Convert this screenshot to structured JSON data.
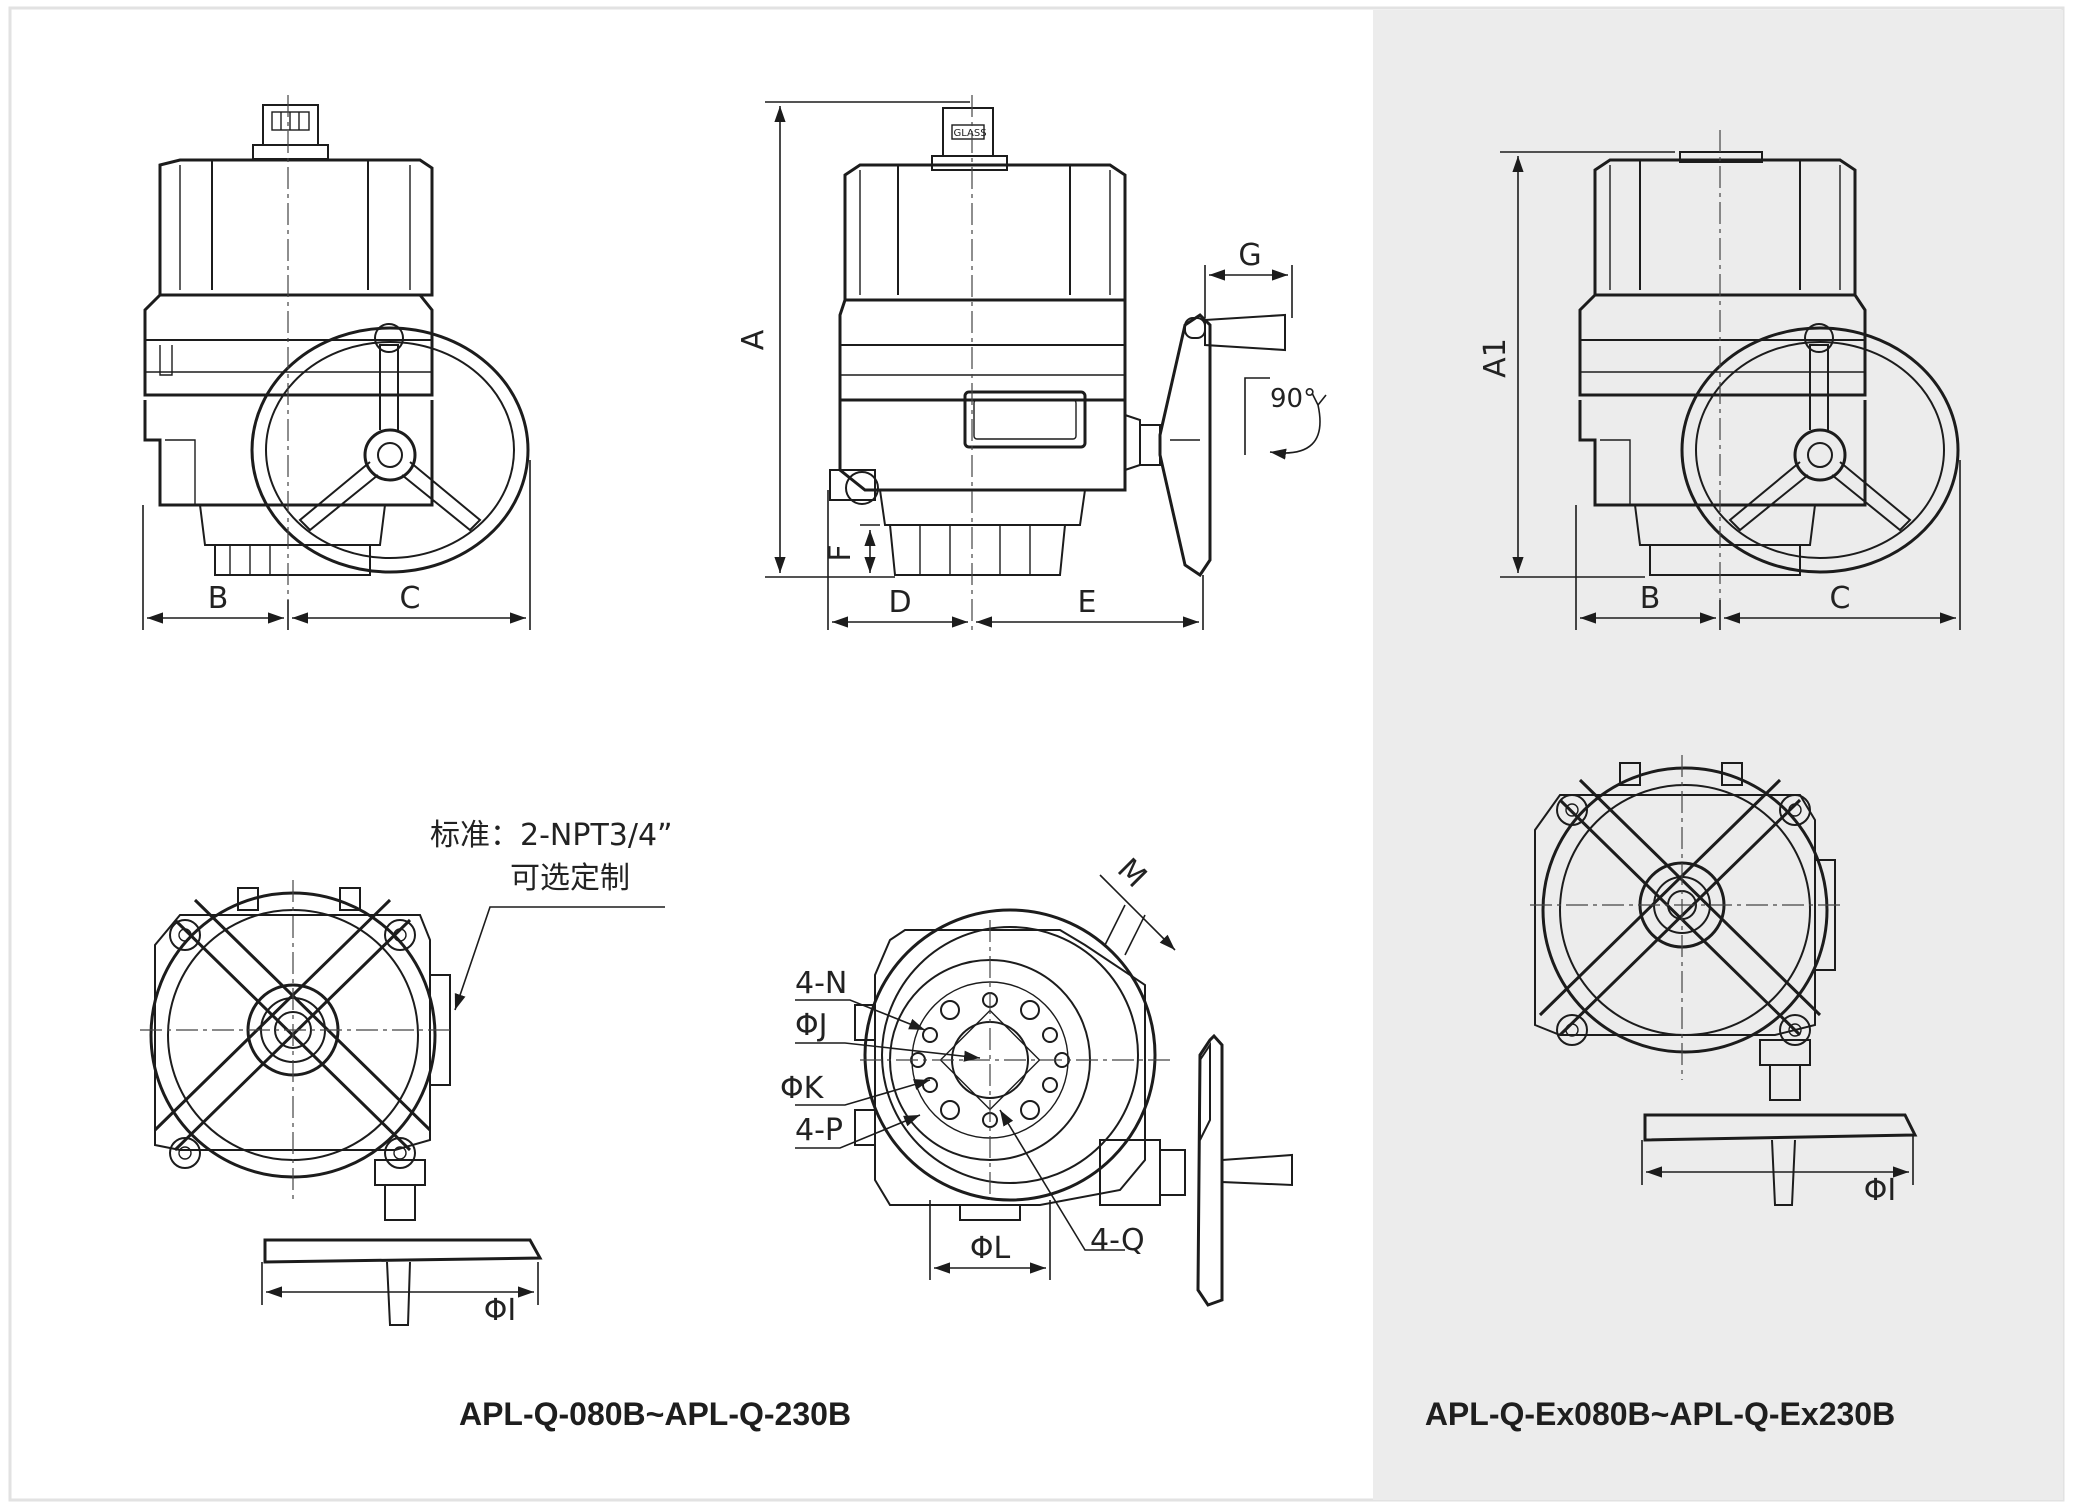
{
  "diagram": {
    "standard_views": {
      "caption": "APL-Q-080B~APL-Q-230B",
      "front_view_labels": {
        "b": "B",
        "c": "C"
      },
      "side_view_labels": {
        "a": "A",
        "d": "D",
        "e": "E",
        "f": "F",
        "g": "G",
        "rotation": "90°"
      },
      "nameplate_text": "GLASS",
      "note_line1": "标准：2-NPT3/4”",
      "note_line2": "可选定制",
      "top_view_label": "ΦI",
      "bottom_view_labels": {
        "m": "M",
        "n": "4-N",
        "j": "ΦJ",
        "k": "ΦK",
        "p": "4-P",
        "l": "ΦL",
        "q": "4-Q"
      }
    },
    "explosion_proof_views": {
      "caption": "APL-Q-Ex080B~APL-Q-Ex230B",
      "front_view_labels": {
        "a1": "A1",
        "b": "B",
        "c": "C"
      },
      "top_view_label": "ΦI"
    },
    "colors": {
      "line": "#1c1c1c",
      "panel_background": "#ececec",
      "page_background": "#ffffff"
    }
  }
}
